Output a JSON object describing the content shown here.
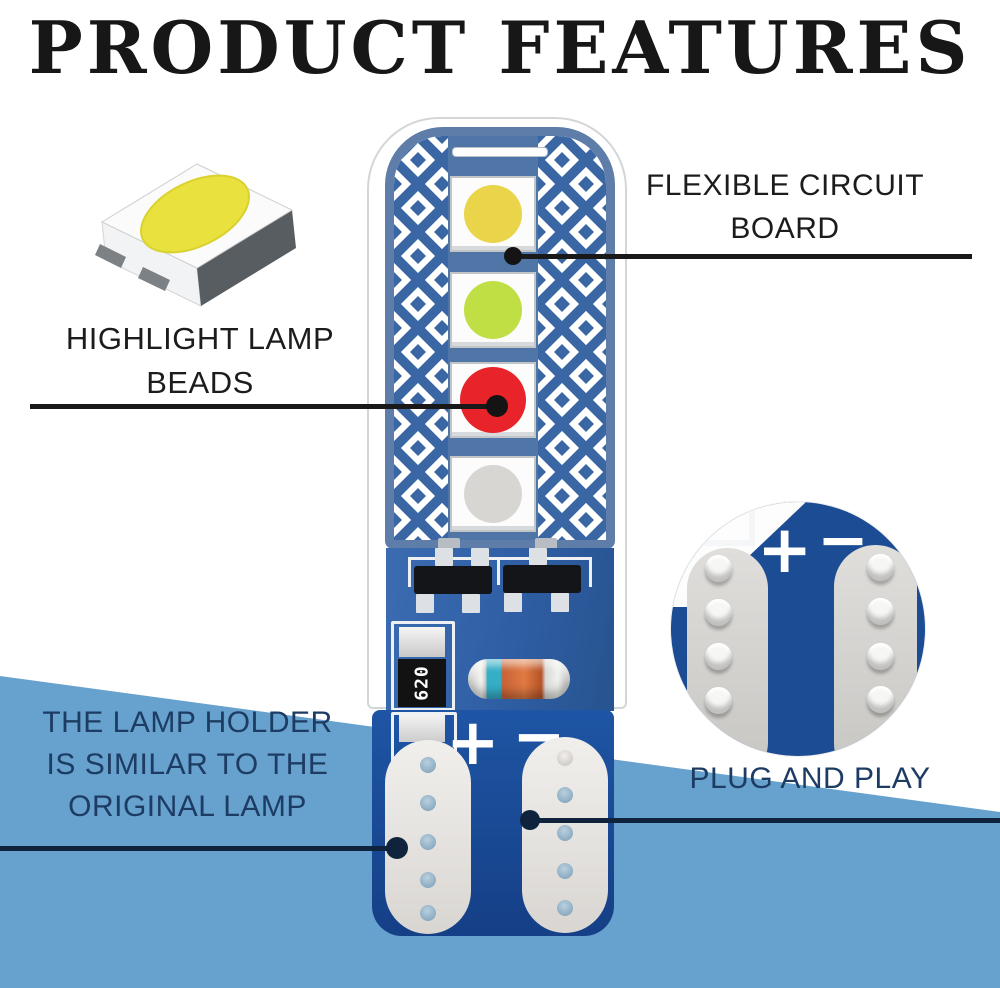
{
  "title": "PRODUCT FEATURES",
  "callouts": {
    "highlight_lamp_beads": {
      "line1": "HIGHLIGHT LAMP",
      "line2": "BEADS"
    },
    "flexible_circuit_board": {
      "line1": "FLEXIBLE CIRCUIT",
      "line2": "BOARD"
    },
    "lamp_holder": {
      "line1": "THE LAMP HOLDER",
      "line2": "IS SIMILAR TO THE",
      "line3": "ORIGINAL LAMP"
    },
    "plug_and_play": {
      "label": "PLUG AND PLAY"
    }
  },
  "bulb": {
    "resistor_value": "620",
    "polarity_plus": "+",
    "polarity_minus": "−",
    "led_colors": [
      "#e9d44a",
      "#bfdf45",
      "#e8232a",
      "#d8d6d2"
    ]
  },
  "inset": {
    "polarity_plus": "+",
    "polarity_minus": "−"
  },
  "colors": {
    "background_bottom": "#67a1cd",
    "pattern_blue": "#3a67a4",
    "head_border": "#5e7ea9",
    "pcb_blue": "#2f5ea4",
    "base_blue": "#1a4a94",
    "label_navy": "#1d3c64",
    "pointer_black": "#191919",
    "pointer_navy": "#10233d"
  }
}
